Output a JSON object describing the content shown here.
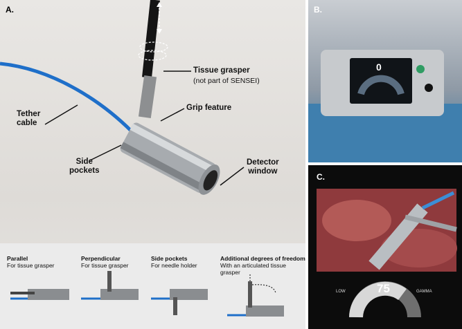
{
  "panels": {
    "a": {
      "label": "A.",
      "callouts": {
        "tissue_grasper": "Tissue grasper",
        "tissue_grasper_note": "(not part of SENSEI)",
        "grip_feature": "Grip feature",
        "tether_cable": "Tether\ncable",
        "side_pockets": "Side\npockets",
        "detector_window": "Detector\nwindow"
      },
      "modes": [
        {
          "title": "Parallel",
          "subtitle": "For tissue grasper"
        },
        {
          "title": "Perpendicular",
          "subtitle": "For tissue grasper"
        },
        {
          "title": "Side pockets",
          "subtitle": "For needle holder"
        },
        {
          "title": "Additional degrees of freedom",
          "subtitle": "With an articulated tissue grasper"
        }
      ]
    },
    "b": {
      "label": "B.",
      "screen_value": "0"
    },
    "c": {
      "label": "C.",
      "readout_value": "75",
      "low_label": "LOW",
      "gamma_label": "GAMMA"
    }
  },
  "colors": {
    "cable_blue": "#1f6fc9",
    "steel": "#9ea3a8",
    "screen_bg": "#101418"
  }
}
